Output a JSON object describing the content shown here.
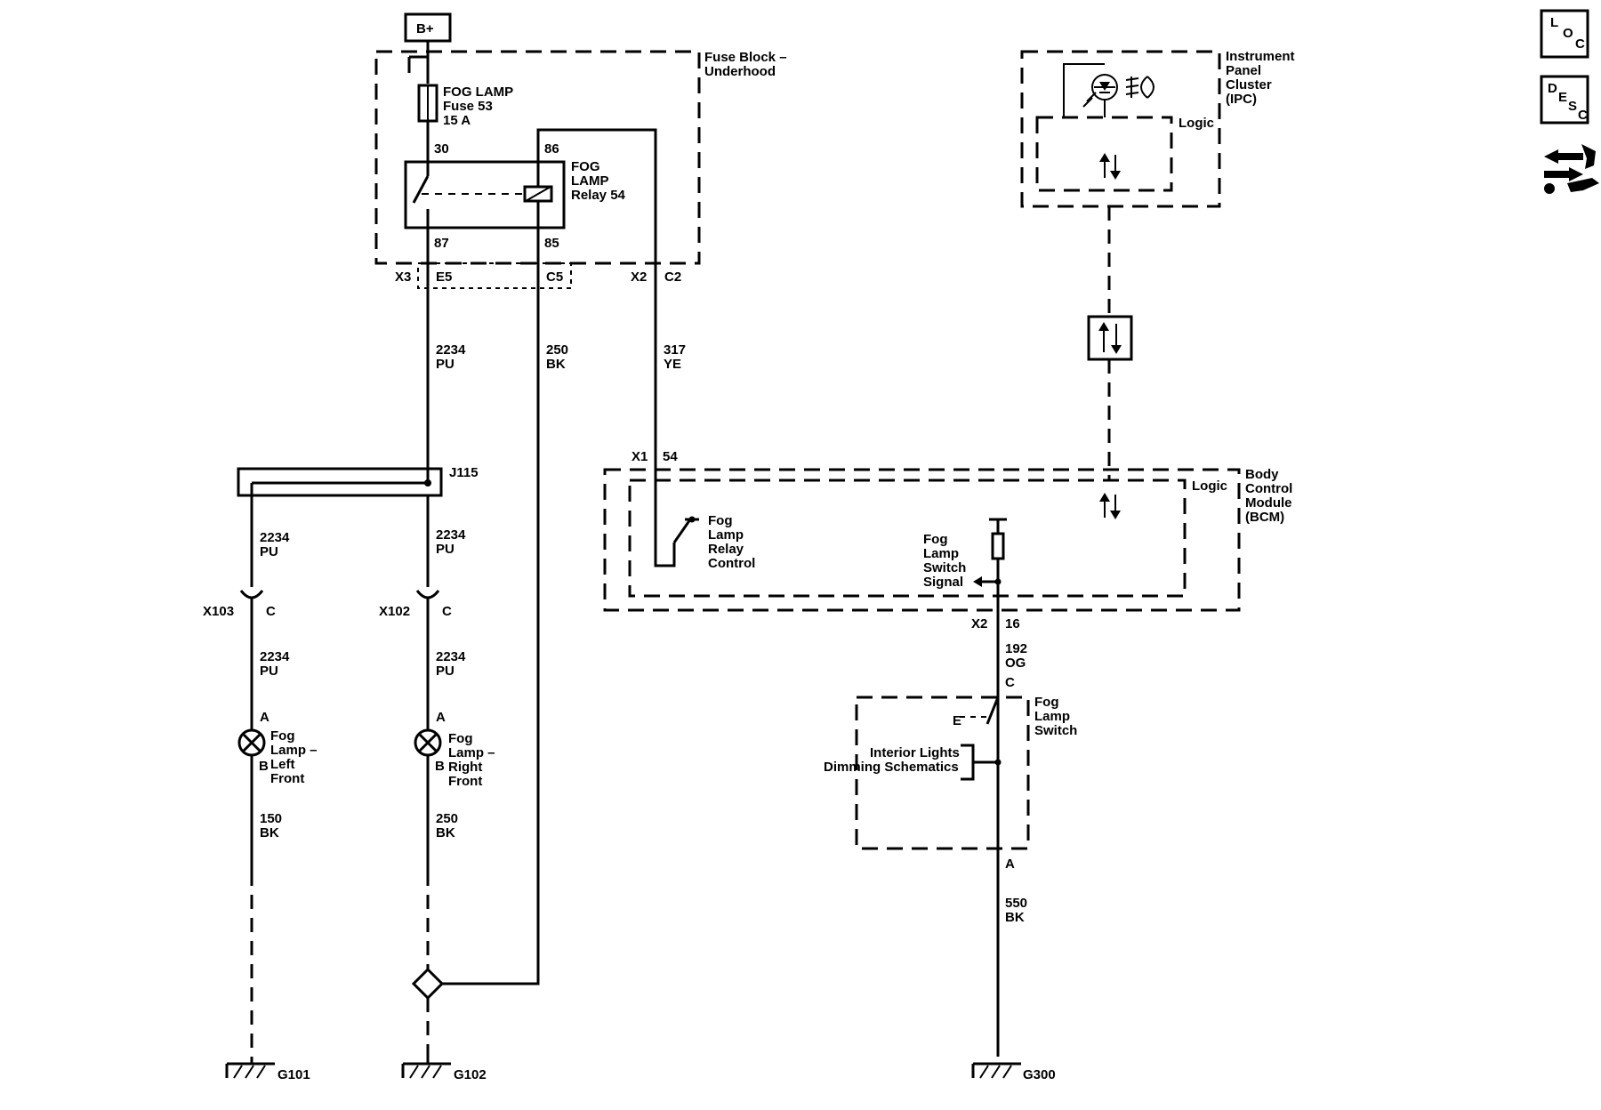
{
  "power": {
    "label": "B+"
  },
  "fuse_block": {
    "label_line1": "Fuse Block –",
    "label_line2": "Underhood"
  },
  "fuse": {
    "line1": "FOG LAMP",
    "line2": "Fuse 53",
    "line3": "15 A"
  },
  "relay": {
    "line1": "FOG",
    "line2": "LAMP",
    "line3": "Relay 54",
    "pin30": "30",
    "pin86": "86",
    "pin87": "87",
    "pin85": "85"
  },
  "fuse_block_connectors": {
    "x3": "X3",
    "e5": "E5",
    "c5": "C5",
    "x2": "X2",
    "c2": "C2"
  },
  "wires": {
    "w2234_top": {
      "num": "2234",
      "color": "PU"
    },
    "w250_top": {
      "num": "250",
      "color": "BK"
    },
    "w317": {
      "num": "317",
      "color": "YE"
    },
    "w2234_left": {
      "num": "2234",
      "color": "PU"
    },
    "w2234_right": {
      "num": "2234",
      "color": "PU"
    },
    "w2234_left_low": {
      "num": "2234",
      "color": "PU"
    },
    "w2234_right_low": {
      "num": "2234",
      "color": "PU"
    },
    "w150": {
      "num": "150",
      "color": "BK"
    },
    "w250_low": {
      "num": "250",
      "color": "BK"
    },
    "w192": {
      "num": "192",
      "color": "OG"
    },
    "w550": {
      "num": "550",
      "color": "BK"
    }
  },
  "splice": {
    "label": "J115"
  },
  "connectors": {
    "x103": "X103",
    "x103_pin": "C",
    "x102": "X102",
    "x102_pin": "C",
    "bcm_x1": "X1",
    "bcm_x1_pin": "54",
    "bcm_x2": "X2",
    "bcm_x2_pin": "16"
  },
  "lamp_left": {
    "pin_a": "A",
    "pin_b": "B",
    "line1": "Fog",
    "line2": "Lamp –",
    "line3": "Left",
    "line4": "Front"
  },
  "lamp_right": {
    "pin_a": "A",
    "pin_b": "B",
    "line1": "Fog",
    "line2": "Lamp –",
    "line3": "Right",
    "line4": "Front"
  },
  "grounds": {
    "g101": "G101",
    "g102": "G102",
    "g300": "G300"
  },
  "ipc": {
    "line1": "Instrument",
    "line2": "Panel",
    "line3": "Cluster",
    "line4": "(IPC)",
    "logic": "Logic"
  },
  "bcm": {
    "line1": "Body",
    "line2": "Control",
    "line3": "Module",
    "line4": "(BCM)",
    "logic": "Logic",
    "relay_ctrl_1": "Fog",
    "relay_ctrl_2": "Lamp",
    "relay_ctrl_3": "Relay",
    "relay_ctrl_4": "Control",
    "switch_sig_1": "Fog",
    "switch_sig_2": "Lamp",
    "switch_sig_3": "Switch",
    "switch_sig_4": "Signal"
  },
  "fog_switch": {
    "line1": "Fog",
    "line2": "Lamp",
    "line3": "Switch",
    "pin_c": "C",
    "pin_a": "A",
    "e_label": "E",
    "dimming_1": "Interior Lights",
    "dimming_2": "Dimming Schematics"
  },
  "side_icons": {
    "loc": {
      "l": "L",
      "o": "O",
      "c": "C"
    },
    "desc": {
      "d": "D",
      "e": "E",
      "s": "S",
      "c": "C"
    },
    "third": "connector-wrench-icon"
  }
}
